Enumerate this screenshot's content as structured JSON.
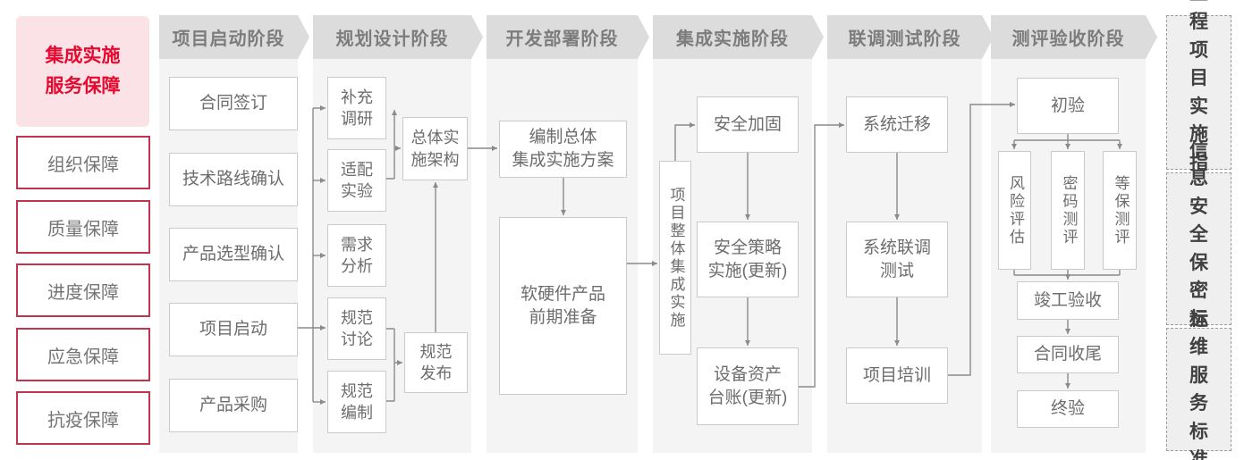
{
  "sidebar": {
    "title": "集成实施\n服务保障",
    "items": [
      "组织保障",
      "质量保障",
      "进度保障",
      "应急保障",
      "抗疫保障"
    ]
  },
  "phases": [
    "项目启动阶段",
    "规划设计阶段",
    "开发部署阶段",
    "集成实施阶段",
    "联调测试阶段",
    "测评验收阶段"
  ],
  "flow": {
    "startup": [
      "合同签订",
      "技术路线确认",
      "产品选型确认",
      "项目启动",
      "产品采购"
    ],
    "planning": {
      "boxes": [
        "补充\n调研",
        "适配\n实验",
        "需求\n分析",
        "规范\n讨论",
        "规范\n编制"
      ],
      "arch": "总体实\n施架构",
      "release": "规范\n发布"
    },
    "develop": {
      "plan": "编制总体\n集成实施方案",
      "prep": "软硬件产品\n前期准备"
    },
    "integrate": {
      "overall": "项目整体集成实施",
      "hardening": "安全加固",
      "policy": "安全策略\n实施(更新)",
      "ledger": "设备资产\n台账(更新)"
    },
    "test": {
      "migration": "系统迁移",
      "joint": "系统联调\n测试",
      "training": "项目培训"
    },
    "accept": {
      "initial": "初验",
      "risk": "风险评估",
      "crypto": "密码测评",
      "mlps": "等保测评",
      "completion": "竣工验收",
      "closure": "合同收尾",
      "final": "终验"
    }
  },
  "standards": [
    "工程\n项目\n实施\n指引",
    "信息\n安全\n保密\n标准",
    "运维\n服务\n标准"
  ],
  "colors": {
    "accent_red": "#e60a31",
    "border_red": "#c2344e",
    "pink_bg": "#fae2e6",
    "chevron_bg": "#dcdcdc",
    "panel_bg": "#f4f4f4",
    "line": "#8a8a8a"
  }
}
